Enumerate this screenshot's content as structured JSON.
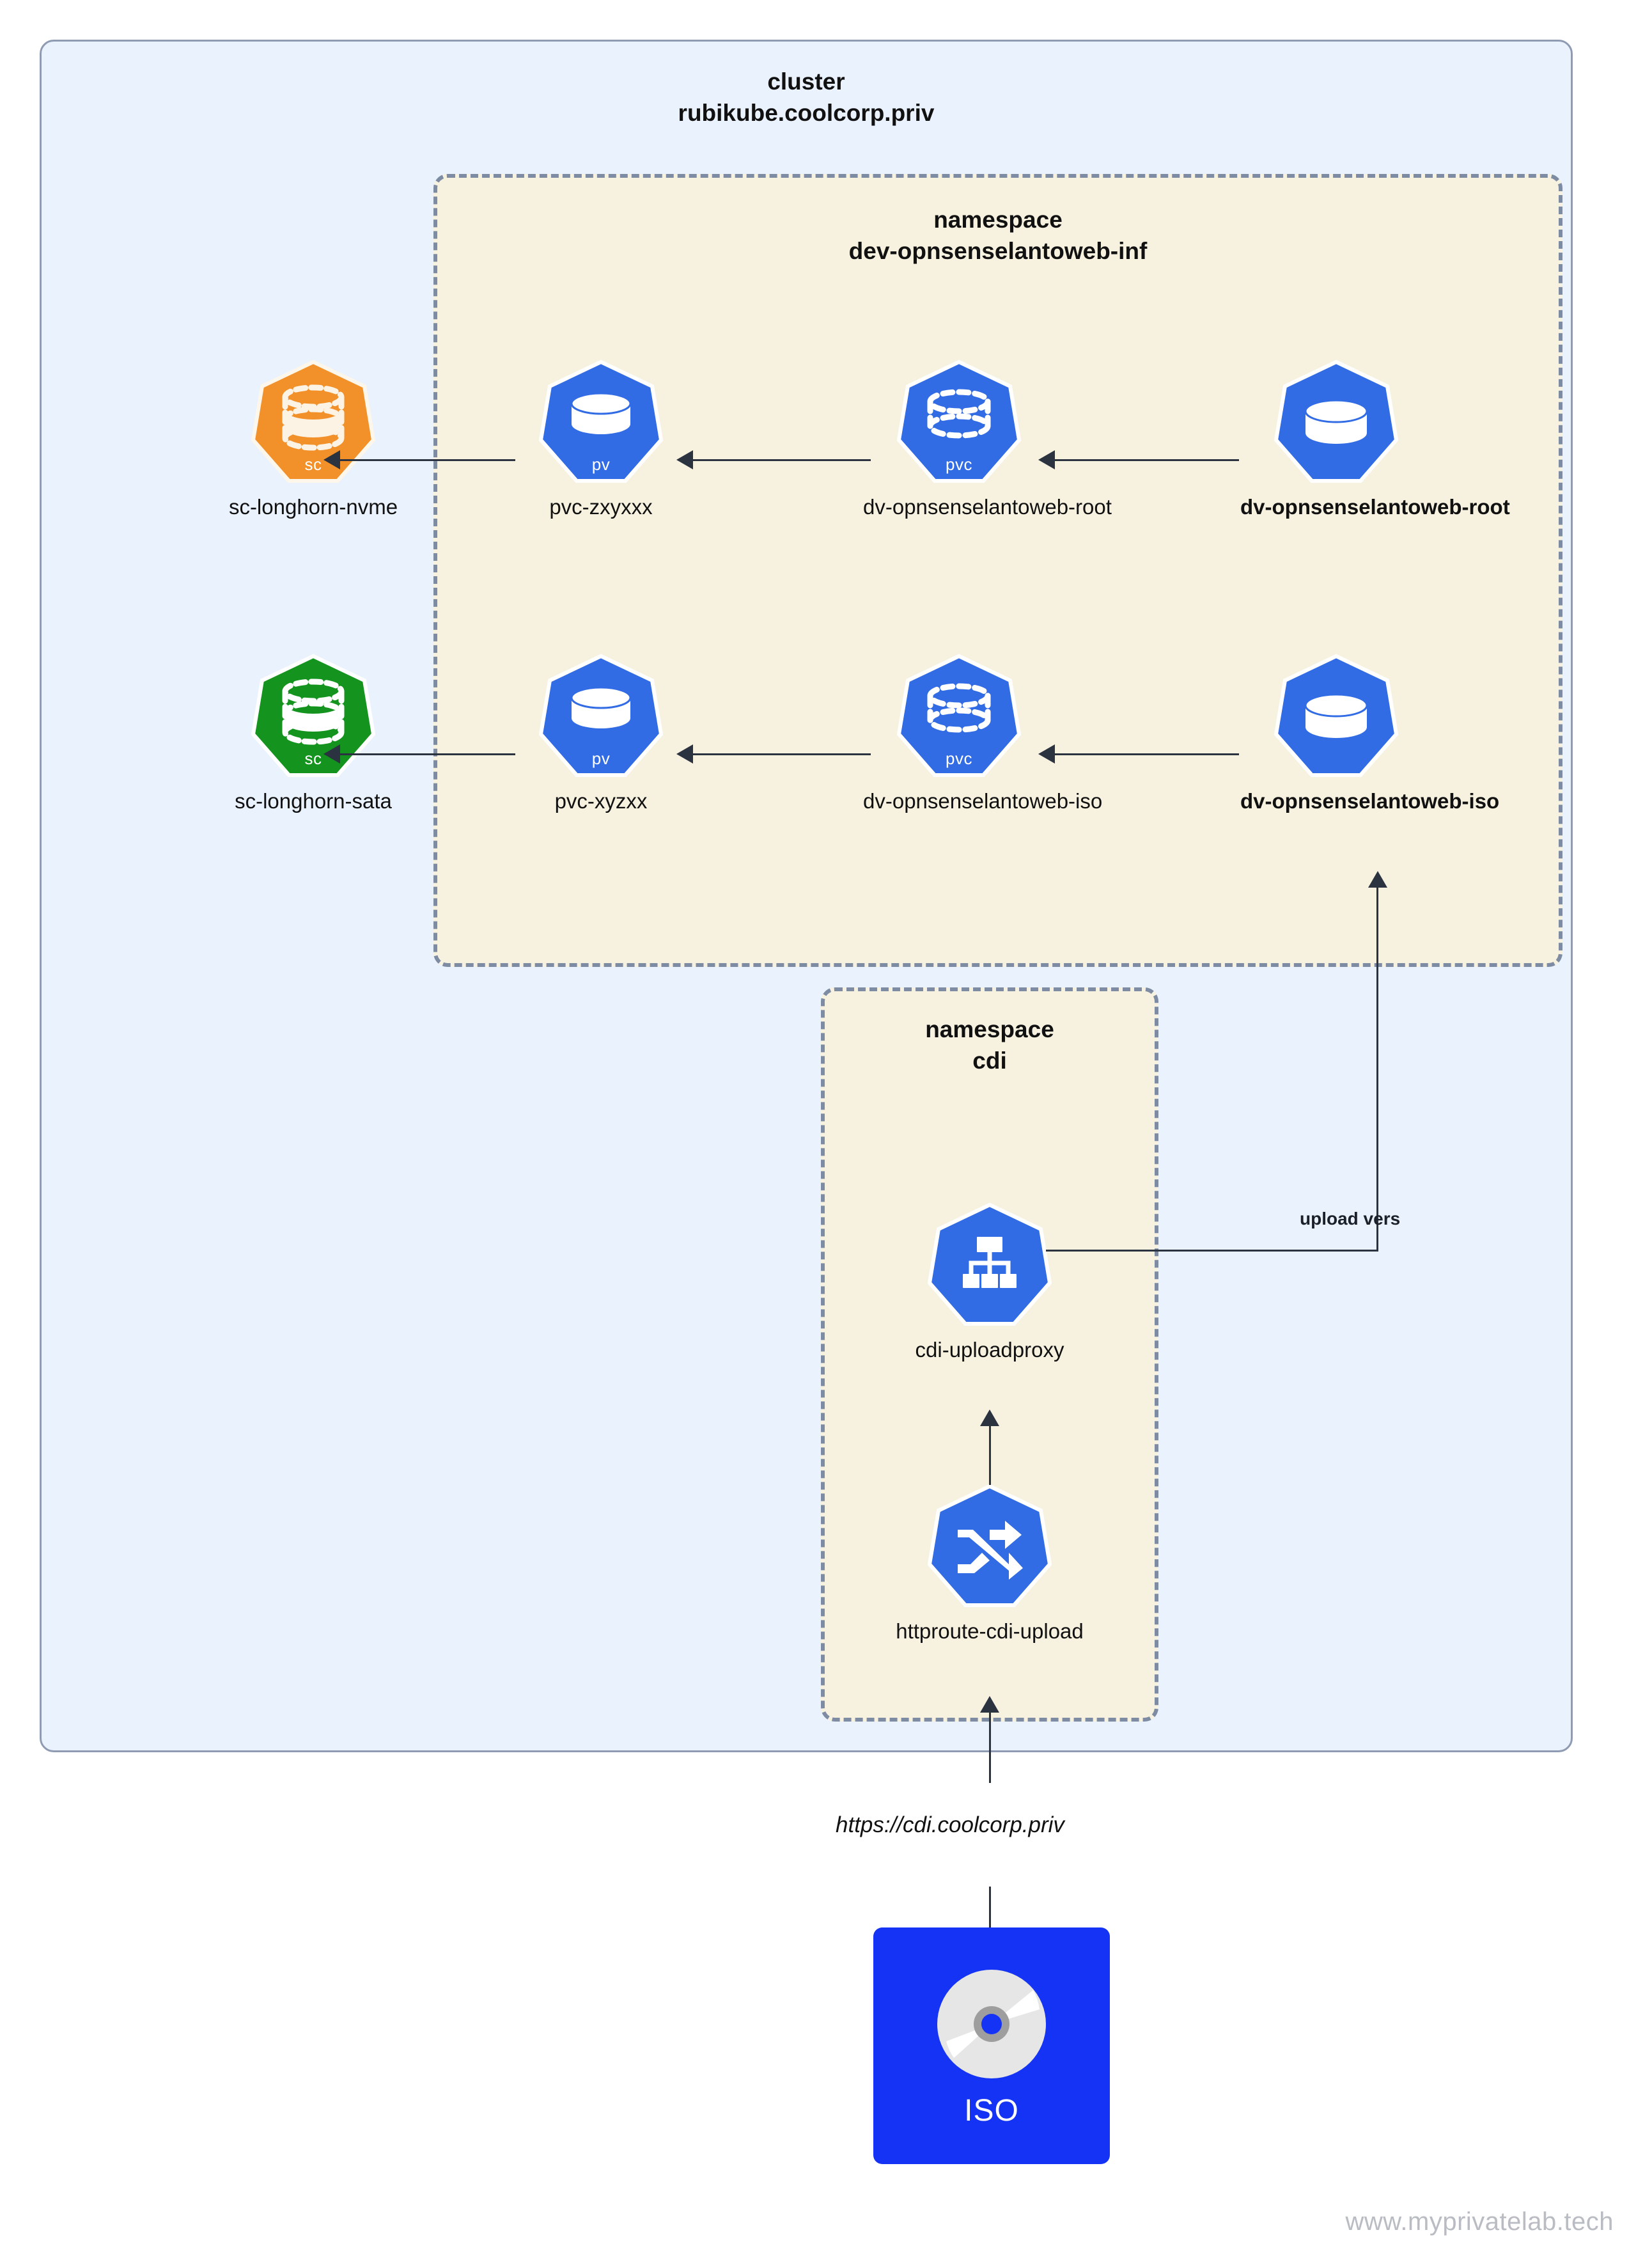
{
  "cluster": {
    "kind_label": "cluster",
    "name": "rubikube.coolcorp.priv"
  },
  "namespaces": [
    {
      "kind_label": "namespace",
      "name": "dev-opnsenselantoweb-inf"
    },
    {
      "kind_label": "namespace",
      "name": "cdi"
    }
  ],
  "nodes": {
    "sc_nvme": {
      "label": "sc-longhorn-nvme",
      "tag": "sc",
      "icon": "storageclass-icon",
      "color": "#f2902a"
    },
    "pv_root": {
      "label": "pvc-zxyxxx",
      "tag": "pv",
      "icon": "persistentvolume-icon",
      "color": "#326ce5"
    },
    "pvc_root": {
      "label": "dv-opnsenselantoweb-root",
      "tag": "pvc",
      "icon": "persistentvolumeclaim-icon",
      "color": "#326ce5"
    },
    "dv_root": {
      "label": "dv-opnsenselantoweb-root",
      "tag": "",
      "icon": "datavolume-icon",
      "color": "#326ce5",
      "bold": true
    },
    "sc_sata": {
      "label": "sc-longhorn-sata",
      "tag": "sc",
      "icon": "storageclass-icon",
      "color": "#14941f"
    },
    "pv_iso": {
      "label": "pvc-xyzxx",
      "tag": "pv",
      "icon": "persistentvolume-icon",
      "color": "#326ce5"
    },
    "pvc_iso": {
      "label": "dv-opnsenselantoweb-iso",
      "tag": "pvc",
      "icon": "persistentvolumeclaim-icon",
      "color": "#326ce5"
    },
    "dv_iso": {
      "label": "dv-opnsenselantoweb-iso",
      "tag": "",
      "icon": "datavolume-icon",
      "color": "#326ce5",
      "bold": true
    },
    "uploadproxy": {
      "label": "cdi-uploadproxy",
      "tag": "",
      "icon": "service-icon",
      "color": "#326ce5"
    },
    "httproute": {
      "label": "httproute-cdi-upload",
      "tag": "",
      "icon": "httproute-icon",
      "color": "#326ce5"
    }
  },
  "edges": {
    "upload_vers": "upload vers",
    "entry_url": "https://cdi.coolcorp.priv"
  },
  "source": {
    "label": "ISO",
    "icon": "iso-disc-icon",
    "tile_color": "#1433f5"
  },
  "watermark": "www.myprivatelab.tech",
  "colors": {
    "cluster_bg": "#eaf2fd",
    "cluster_border": "#8e9bb3",
    "namespace_bg": "#f7f2e0",
    "namespace_border": "#7d8ba3",
    "k8s_blue": "#326ce5",
    "sc_orange": "#f2902a",
    "sc_green": "#14941f",
    "edge": "#2b3240"
  }
}
